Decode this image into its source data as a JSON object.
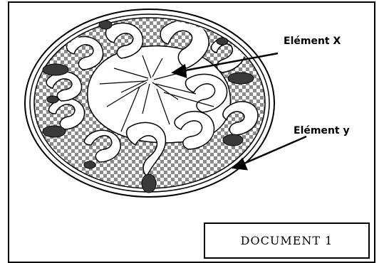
{
  "labels": {
    "element_x": "Elément X",
    "element_y": "Elément y"
  },
  "document_caption": "DOCUMENT 1",
  "colors": {
    "stroke": "#000000",
    "checker_dark": "#8a8a8a",
    "checker_light": "#ffffff",
    "nucleus": "#3a3a3a"
  }
}
